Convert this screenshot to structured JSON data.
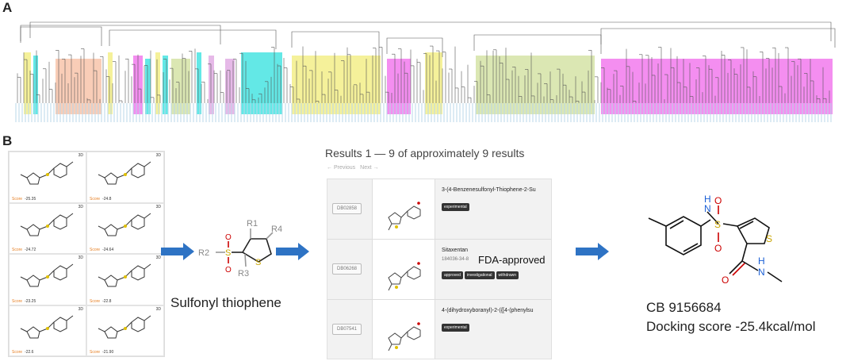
{
  "panels": {
    "a": "A",
    "b": "B"
  },
  "clusters": {
    "colors": {
      "yellow": "#f5f19a",
      "cyan": "#63e8e6",
      "salmon": "#f9cdb7",
      "magenta": "#f48ef0",
      "lilac": "#e6b9e8",
      "green": "#dbe7b3"
    }
  },
  "grid": {
    "tag": "3D",
    "score_label": "Score",
    "cells": [
      {
        "score": "-25.35"
      },
      {
        "score": "-24.8"
      },
      {
        "score": "-24.72"
      },
      {
        "score": "-24.64"
      },
      {
        "score": "-23.25"
      },
      {
        "score": "-22.8"
      },
      {
        "score": "-22.6"
      },
      {
        "score": "-21.90"
      }
    ]
  },
  "core": {
    "caption": "Sulfonyl thiophene",
    "r1": "R1",
    "r2": "R2",
    "r3": "R3",
    "r4": "R4",
    "s_ring": "S",
    "o": "O",
    "s": "S"
  },
  "results": {
    "header": "Results 1 — 9 of approximately 9 results",
    "prev": "← Previous",
    "next": "Next →",
    "rows": [
      {
        "id": "DB02858",
        "name": "3-(4-Benzenesulfonyl-Thiophene-2-Su",
        "cas": "",
        "stamp": "",
        "badges": [
          "experimental"
        ]
      },
      {
        "id": "DB06268",
        "name": "Sitaxentan",
        "cas": "184036-34-8",
        "stamp": "FDA-approved",
        "badges": [
          "approved",
          "investigational",
          "withdrawn"
        ]
      },
      {
        "id": "DB07541",
        "name": "4-(dihydroxyboranyl)-2-({[4-(phenylsu",
        "cas": "",
        "stamp": "",
        "badges": [
          "experimental"
        ]
      }
    ]
  },
  "final": {
    "id": "CB 9156684",
    "score": "Docking score -25.4kcal/mol",
    "atoms": {
      "n": "N",
      "h": "H",
      "o1": "O",
      "o2": "O",
      "s1": "S",
      "s2": "S",
      "o3": "O",
      "n2": "N",
      "h2": "H"
    }
  }
}
